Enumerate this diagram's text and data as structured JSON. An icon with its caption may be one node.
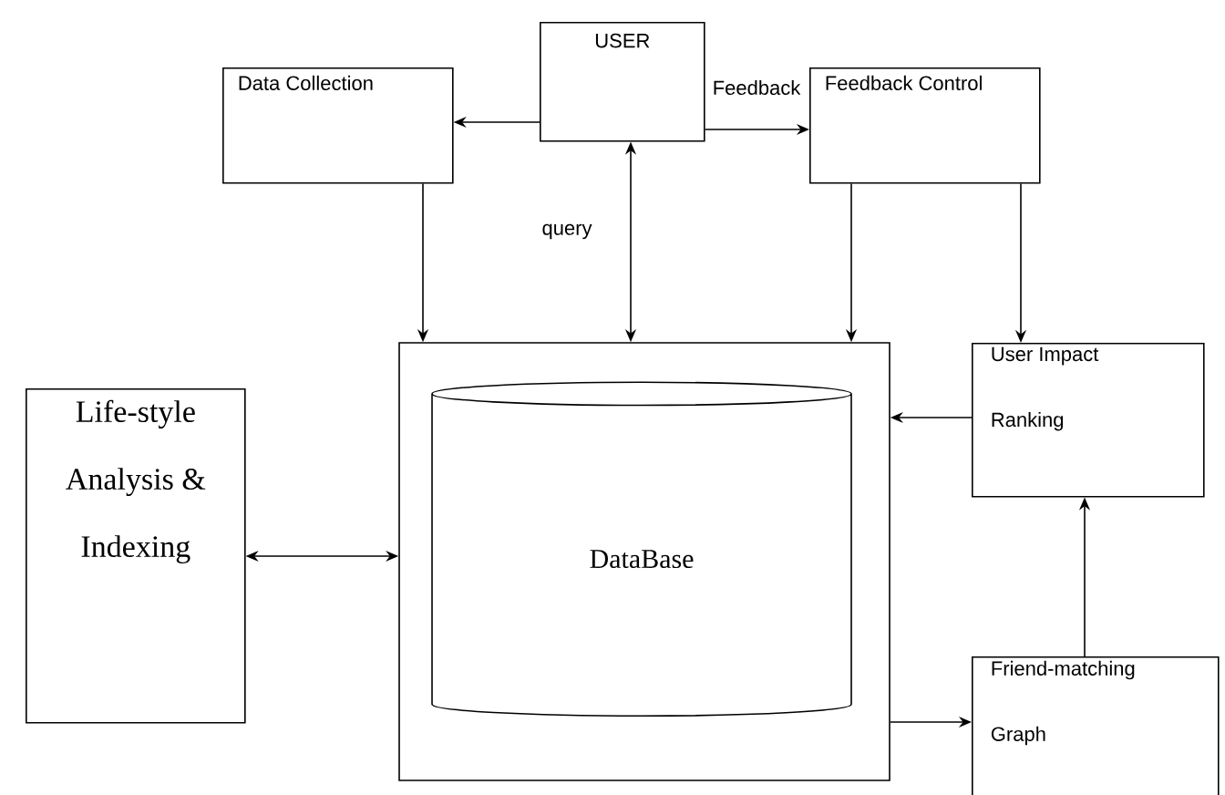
{
  "diagram": {
    "nodes": [
      {
        "text": [
          "USER"
        ]
      },
      {
        "text": [
          "Data Collection"
        ]
      },
      {
        "text": [
          "Feedback Control"
        ]
      },
      {
        "text": [
          "Life-style Analysis & Indexing"
        ]
      },
      {
        "text": [],
        "shape": "box"
      },
      {
        "text": [
          "DataBase"
        ],
        "in": 4
      },
      {
        "text": [
          "User Impact Ranking"
        ]
      },
      {
        "text": [
          "Friend-matching Graph"
        ]
      }
    ],
    "edges": [
      {
        "from": 0,
        "to": 1,
        "arrow": "to"
      },
      {
        "from": 0,
        "to": 2,
        "arrow": "to",
        "label": "Feedback"
      },
      {
        "from": 0,
        "to": 4,
        "arrow": "both",
        "label": "query"
      },
      {
        "from": 1,
        "to": 4,
        "arrow": "to"
      },
      {
        "from": 2,
        "to": 4,
        "arrow": "to"
      },
      {
        "from": 2,
        "to": 6,
        "arrow": "to"
      },
      {
        "from": 6,
        "to": 4,
        "arrow": "to"
      },
      {
        "from": 3,
        "to": 4,
        "arrow": "both"
      },
      {
        "from": 4,
        "to": 7,
        "arrow": "to"
      },
      {
        "from": 7,
        "to": 6,
        "arrow": "to"
      }
    ]
  }
}
